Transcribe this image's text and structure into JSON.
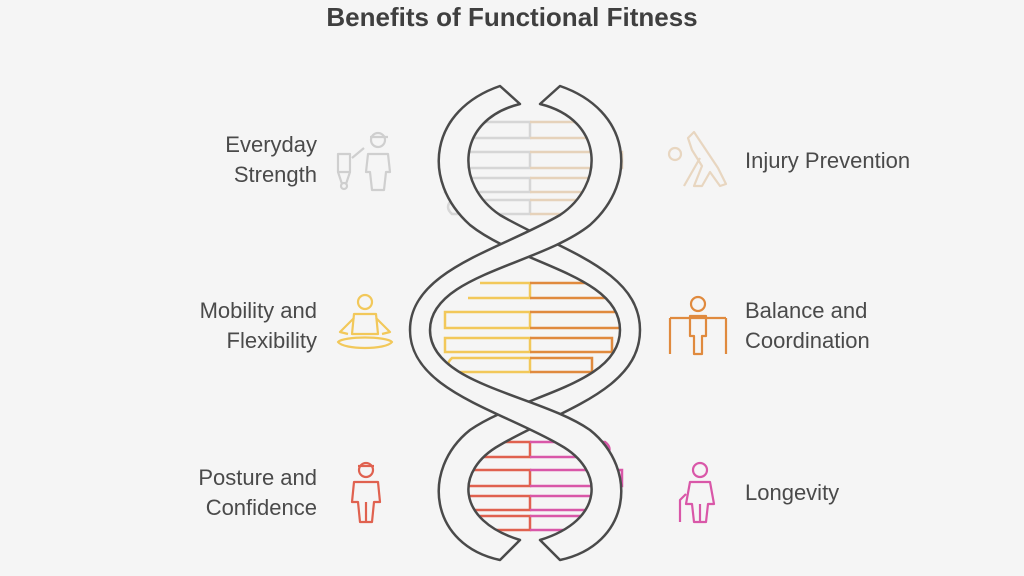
{
  "title": "Benefits of Functional Fitness",
  "benefits": [
    {
      "label_line1": "Everyday",
      "label_line2": "Strength",
      "side": "left",
      "icon": "person-with-cart-icon",
      "color": "#cfcfcf"
    },
    {
      "label_line1": "Injury Prevention",
      "label_line2": "",
      "side": "right",
      "icon": "stretching-person-icon",
      "color": "#e8d6c0"
    },
    {
      "label_line1": "Mobility and",
      "label_line2": "Flexibility",
      "side": "left",
      "icon": "meditation-icon",
      "color": "#f2c85a"
    },
    {
      "label_line1": "Balance and",
      "label_line2": "Coordination",
      "side": "right",
      "icon": "balance-bar-icon",
      "color": "#e08a3e"
    },
    {
      "label_line1": "Posture and",
      "label_line2": "Confidence",
      "side": "left",
      "icon": "standing-person-icon",
      "color": "#e0614f"
    },
    {
      "label_line1": "Longevity",
      "label_line2": "",
      "side": "right",
      "icon": "elderly-cane-icon",
      "color": "#d957a8"
    }
  ]
}
